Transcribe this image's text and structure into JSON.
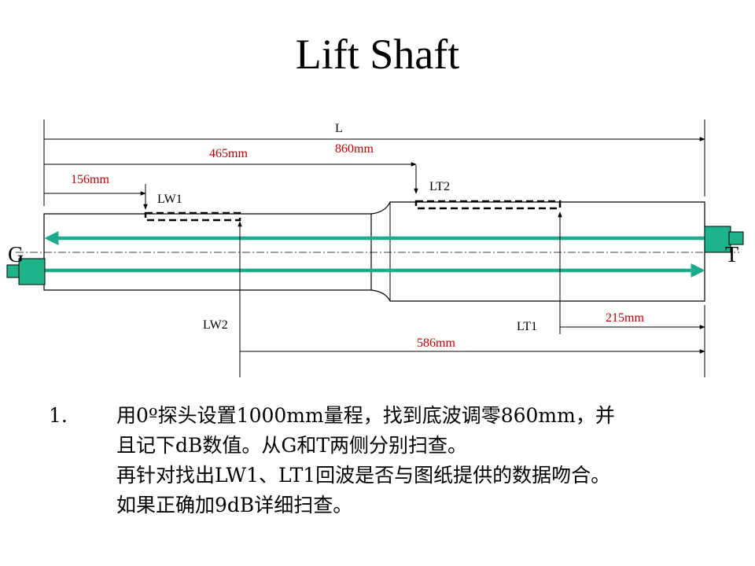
{
  "title": "Lift Shaft",
  "diagram": {
    "labels": {
      "L": "L",
      "total": "860mm",
      "dim465": "465mm",
      "dim156": "156mm",
      "LW1": "LW1",
      "LT2": "LT2",
      "LW2": "LW2",
      "LT1": "LT1",
      "dim215": "215mm",
      "dim586": "586mm",
      "G": "G",
      "T": "T"
    },
    "colors": {
      "beam": "#1aaa8c",
      "probe": "#1fb389",
      "dimension_text": "#c00000",
      "lines": "#000000"
    }
  },
  "steps": [
    {
      "number": "1.",
      "lines": [
        "用0º探头设置1000mm量程，找到底波调零860mm，并",
        "且记下dB数值。从G和T两侧分别扫查。",
        "再针对找出LW1、LT1回波是否与图纸提供的数据吻合。",
        "如果正确加9dB详细扫查。"
      ]
    }
  ]
}
